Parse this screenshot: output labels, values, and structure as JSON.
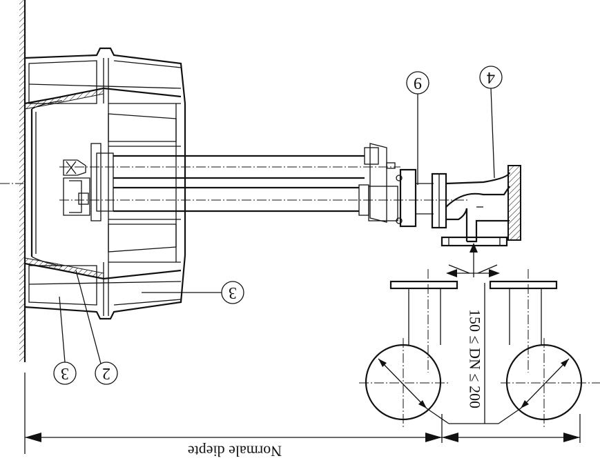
{
  "callouts": {
    "c9": "9",
    "c4": "4",
    "c3_right": "3",
    "c3_left": "3",
    "c2": "2"
  },
  "dimensions": {
    "pipe_range": "150 ≤ DN ≤ 200",
    "depth": "Normale diepte"
  },
  "colors": {
    "ink": "#111111",
    "background": "#ffffff"
  }
}
